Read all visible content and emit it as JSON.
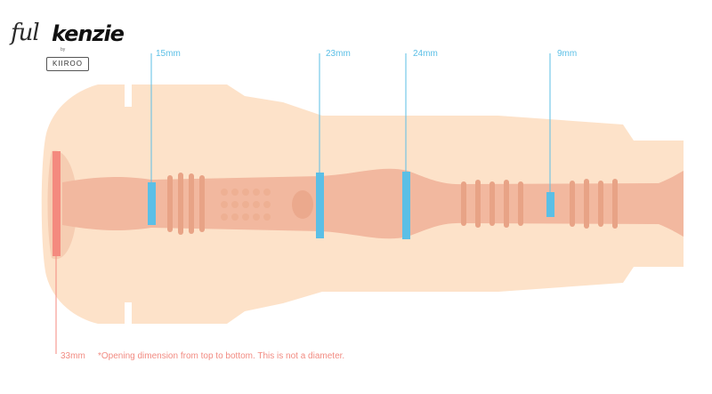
{
  "logo": {
    "script": "ful",
    "main": "kenzie",
    "by": "by",
    "badge": "KIIROO"
  },
  "measurements": [
    {
      "label": "15mm"
    },
    {
      "label": "23mm"
    },
    {
      "label": "24mm"
    },
    {
      "label": "9mm"
    }
  ],
  "opening": {
    "label": "33mm",
    "note": "*Opening dimension from top to bottom. This is not a diameter."
  },
  "colors": {
    "sleeve": "#fde2c9",
    "canal": "#f2b89f",
    "marker": "#5bbfe6",
    "opening_marker": "#f48a7f"
  }
}
